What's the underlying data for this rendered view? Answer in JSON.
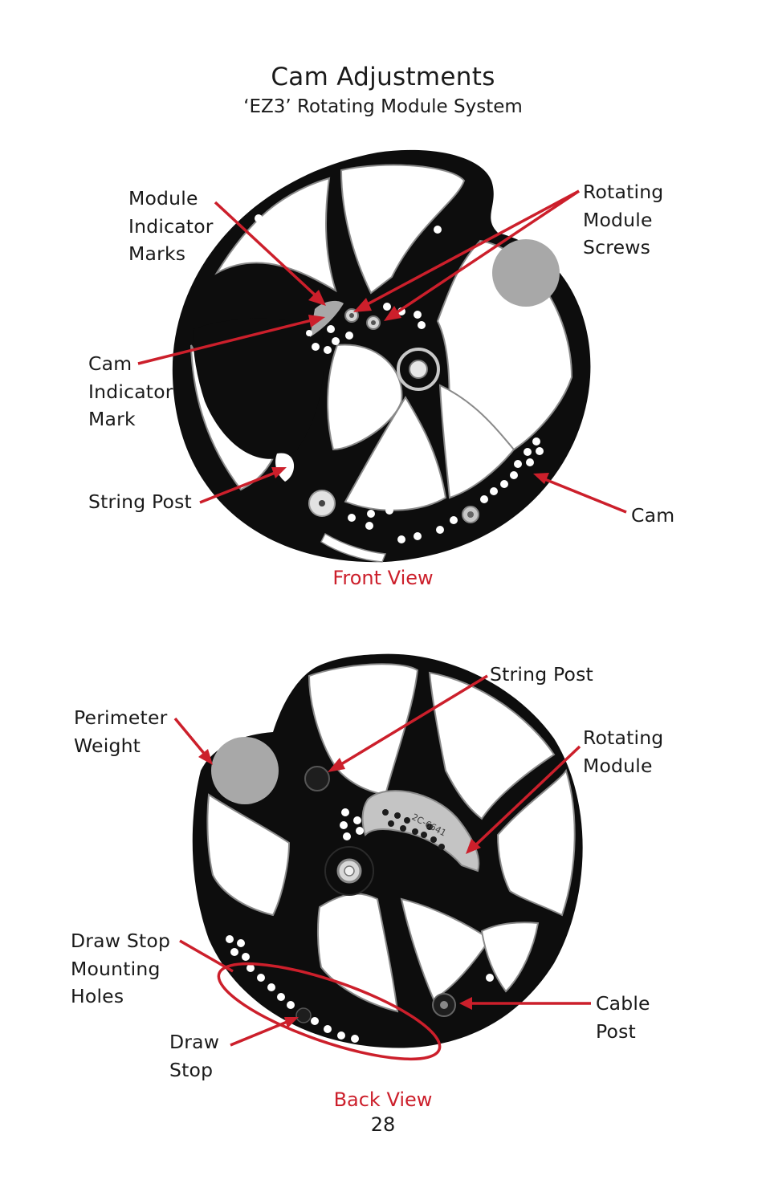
{
  "page": {
    "title": "Cam Adjustments",
    "subtitle": "‘EZ3’ Rotating Module System",
    "page_number": "28"
  },
  "front_view": {
    "caption": "Front View",
    "labels": {
      "module_indicator_marks": [
        "Module",
        "Indicator",
        "Marks"
      ],
      "rotating_module_screws": [
        "Rotating",
        "Module",
        "Screws"
      ],
      "cam_indicator_mark": [
        "Cam",
        "Indicator",
        "Mark"
      ],
      "string_post": "String Post",
      "cam": "Cam"
    }
  },
  "back_view": {
    "caption": "Back View",
    "module_engraving": "2C-6641",
    "labels": {
      "string_post": "String Post",
      "perimeter_weight": [
        "Perimeter",
        "Weight"
      ],
      "rotating_module": [
        "Rotating",
        "Module"
      ],
      "draw_stop_mounting_holes": [
        "Draw Stop",
        "Mounting",
        "Holes"
      ],
      "cable_post": [
        "Cable",
        "Post"
      ],
      "draw_stop": [
        "Draw",
        "Stop"
      ]
    }
  },
  "colors": {
    "annotation_red": "#cc1f2b",
    "cam_black": "#0d0d0d",
    "metal_gray": "#a8a8a8",
    "text": "#1a1a1a"
  }
}
